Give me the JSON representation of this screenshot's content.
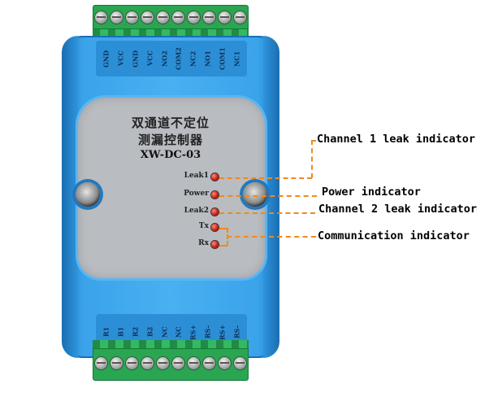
{
  "device": {
    "title_line1": "双通道不定位",
    "title_line2": "测漏控制器",
    "model": "XW-DC-03",
    "top_pins": [
      "GND",
      "VCC",
      "GND",
      "VCC",
      "NO2",
      "COM2",
      "NC2",
      "NO1",
      "COM1",
      "NC1"
    ],
    "bottom_pins": [
      "R1",
      "B1",
      "R2",
      "B2",
      "NC",
      "NC",
      "RS+",
      "RS-",
      "RS+",
      "RS-"
    ],
    "indicators": [
      {
        "label": "Leak1"
      },
      {
        "label": "Power"
      },
      {
        "label": "Leak2"
      },
      {
        "label": "Tx"
      },
      {
        "label": "Rx"
      }
    ]
  },
  "callouts": {
    "channel1": "Channel 1 leak indicator",
    "power": "Power indicator",
    "channel2": "Channel 2 leak indicator",
    "communication": "Communication indicator"
  },
  "colors": {
    "enclosure": "#3aa3ea",
    "terminal": "#2aa552",
    "led": "#c21b10",
    "callout_line": "#f08a1c"
  }
}
